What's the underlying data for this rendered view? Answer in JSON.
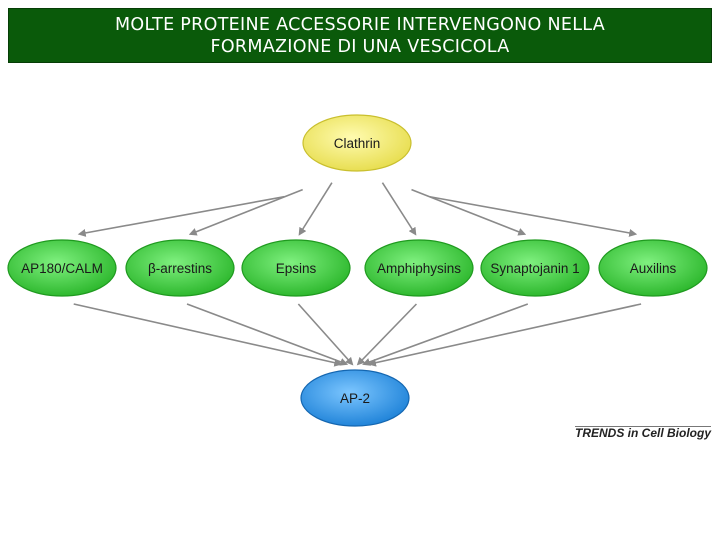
{
  "title": {
    "line1": "MOLTE PROTEINE ACCESSORIE INTERVENGONO NELLA",
    "line2": "FORMAZIONE DI UNA VESCICOLA"
  },
  "colors": {
    "title_bg": "#0a5a0a",
    "top_node": "#f3ec6e",
    "middle_nodes": "#3fcf3f",
    "bottom_node": "#2f97e8",
    "connectors": "#8a8a8a"
  },
  "diagram": {
    "top_node": "Clathrin",
    "middle_nodes": [
      "AP180/CALM",
      "β-arrestins",
      "Epsins",
      "Amphiphysins",
      "Synaptojanin 1",
      "Auxilins"
    ],
    "bottom_node": "AP-2"
  },
  "credit": "TRENDS in Cell Biology"
}
